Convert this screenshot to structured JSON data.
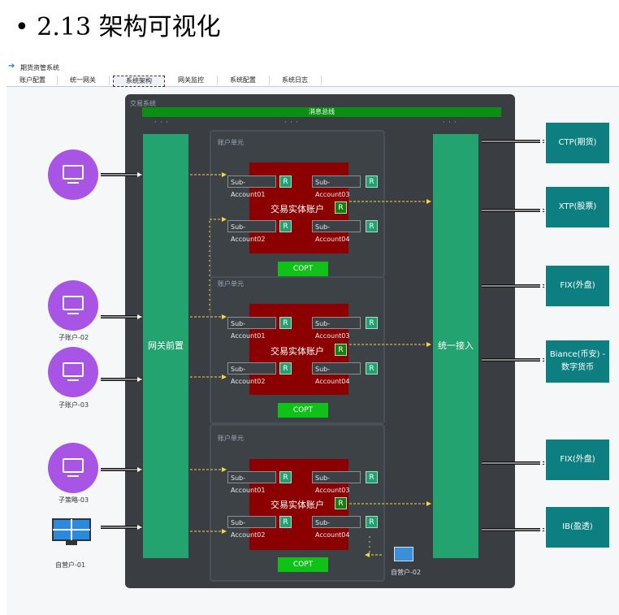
{
  "slide": {
    "title": "• 2.13 架构可视化"
  },
  "app": {
    "title": "期货资管系统",
    "tabs": [
      "账户配置",
      "统一网关",
      "系统架构",
      "网关监控",
      "系统配置",
      "系统日志"
    ]
  },
  "diagram": {
    "system_label": "交易系统",
    "message_bus": "消息总线",
    "gateway_front": "网关前置",
    "unified_access": "统一接入",
    "account_unit_label": "账户单元",
    "entity_label": "交易实体账户",
    "r_label": "R",
    "copt_label": "COPT",
    "sub_accounts": [
      "Sub-Account01",
      "Sub-Account02",
      "Sub-Account03",
      "Sub-Account04"
    ],
    "clients": [
      {
        "label": ""
      },
      {
        "label": "子账户-02"
      },
      {
        "label": "子账户-03"
      },
      {
        "label": "子策略-03"
      },
      {
        "label": "自营户-01"
      }
    ],
    "inner_client_label": "自营户-02",
    "externals": [
      "CTP(期货)",
      "XTP(股票)",
      "FIX(外盘)",
      "Biance(币安) -数字货币",
      "FIX(外盘)",
      "IB(盈透)"
    ]
  },
  "colors": {
    "accent_green": "#22a36f",
    "bus_green": "#0a8f13",
    "entity_red": "#8b0000",
    "client_purple": "#a855e6",
    "external_teal": "#0e7f80",
    "copt_green": "#10c218"
  }
}
